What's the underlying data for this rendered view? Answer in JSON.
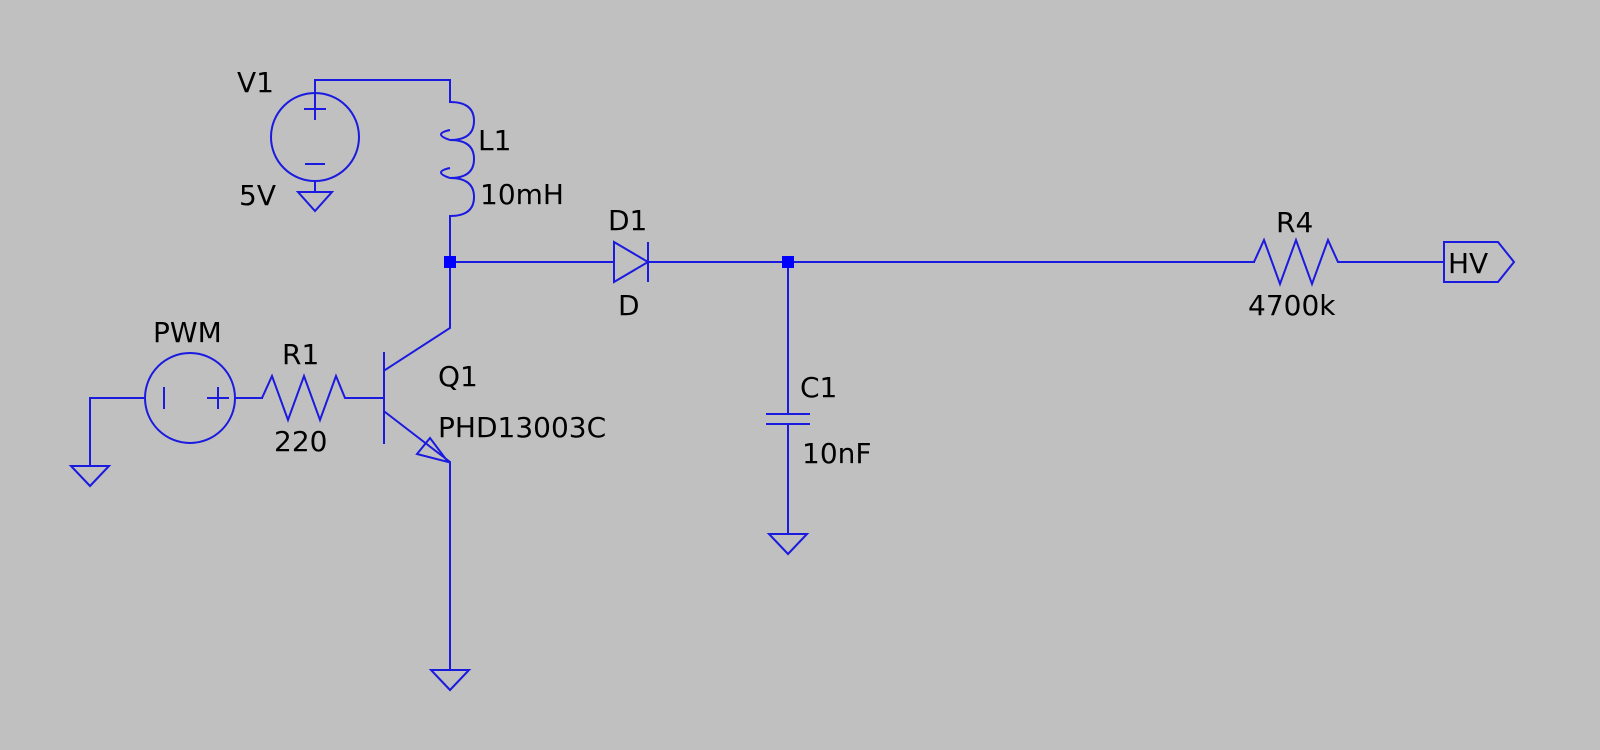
{
  "schematic": {
    "components": {
      "v1": {
        "name": "V1",
        "value": "5V"
      },
      "l1": {
        "name": "L1",
        "value": "10mH"
      },
      "d1": {
        "name": "D1",
        "value": "D"
      },
      "pwm": {
        "name": "PWM"
      },
      "r1": {
        "name": "R1",
        "value": "220"
      },
      "q1": {
        "name": "Q1",
        "value": "PHD13003C"
      },
      "c1": {
        "name": "C1",
        "value": "10nF"
      },
      "r4": {
        "name": "R4",
        "value": "4700k"
      }
    },
    "net_label": "HV"
  }
}
